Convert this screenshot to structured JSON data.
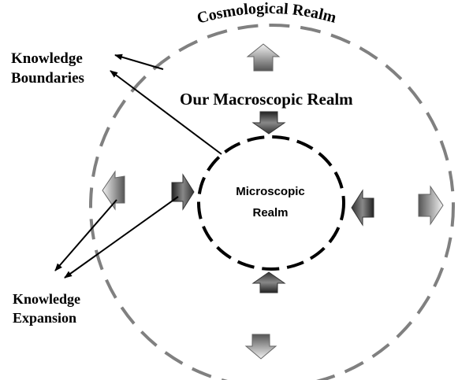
{
  "labels": {
    "outer_realm": "Cosmological Realm",
    "middle_realm": "Our Macroscopic Realm",
    "inner_realm_line1": "Microscopic",
    "inner_realm_line2": "Realm",
    "boundaries_line1": "Knowledge",
    "boundaries_line2": "Boundaries",
    "expansion_line1": "Knowledge",
    "expansion_line2": "Expansion"
  },
  "colors": {
    "outer_circle": "#808080",
    "inner_circle": "#000000",
    "arrow_light": "#f2f2f2",
    "arrow_dark": "#333333",
    "text": "#000000"
  },
  "arrows": {
    "outward": [
      "up",
      "down",
      "left",
      "right"
    ],
    "inward": [
      "down",
      "up",
      "right",
      "left"
    ]
  }
}
